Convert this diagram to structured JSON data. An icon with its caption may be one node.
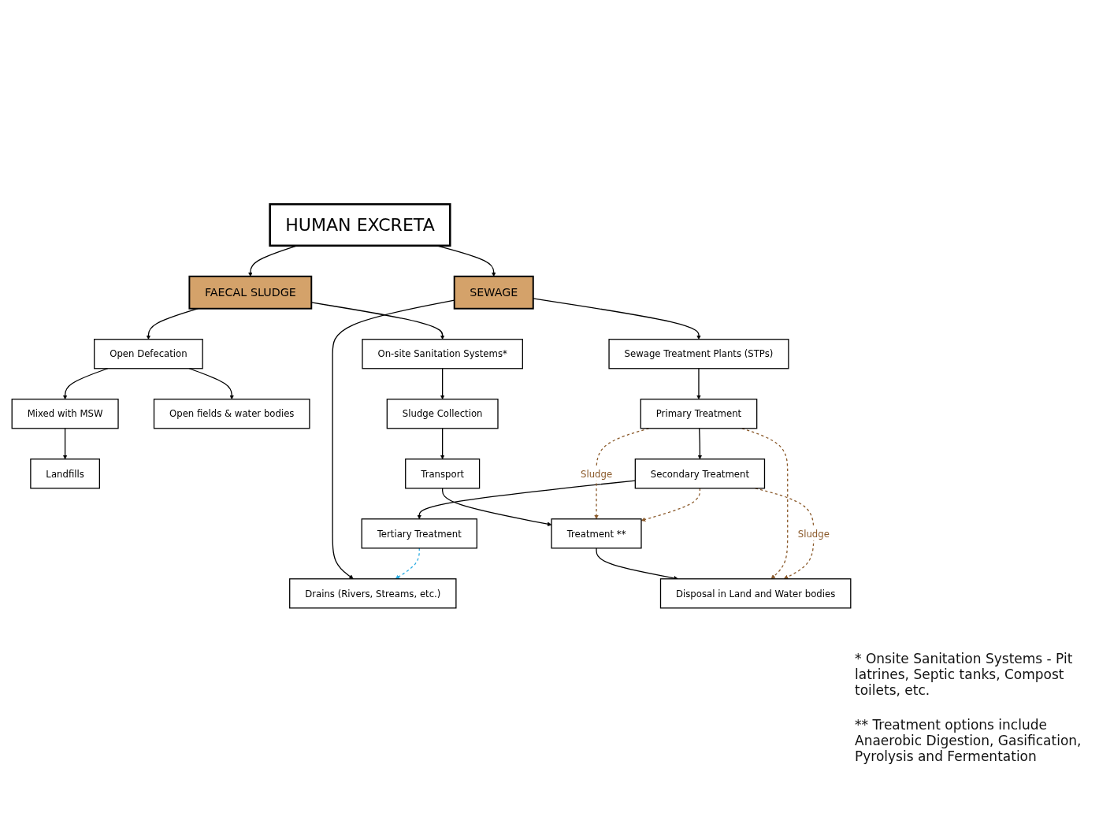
{
  "diagram": {
    "nodes": [
      {
        "text": [
          "HUMAN EXCRETA"
        ]
      },
      {
        "text": [
          "SEWAGE"
        ]
      },
      {
        "text": [
          "FAECAL SLUDGE"
        ]
      },
      {
        "text": [
          "Sewage Treatment Plants (STPs)"
        ]
      },
      {
        "text": [
          "Drains (Rivers, Streams, etc.)"
        ]
      },
      {
        "text": [
          "On-site Sanitation Systems*"
        ]
      },
      {
        "text": [
          "Open Defecation"
        ]
      },
      {
        "text": [
          "Primary Treatment"
        ]
      },
      {
        "text": [
          "Secondary Treatment"
        ]
      },
      {
        "text": [
          "Tertiary Treatment"
        ]
      },
      {
        "text": [
          "Sludge Collection"
        ]
      },
      {
        "text": [
          "Transport"
        ]
      },
      {
        "text": [
          "Treatment **"
        ]
      },
      {
        "text": [
          "Disposal in Land and Water bodies"
        ]
      },
      {
        "text": [
          "Open fields & water bodies"
        ]
      },
      {
        "text": [
          "Mixed with MSW"
        ]
      },
      {
        "text": [
          "Landfills"
        ]
      }
    ],
    "edges": [
      {
        "from": 0,
        "to": 1,
        "arrow": "to"
      },
      {
        "from": 0,
        "to": 2,
        "arrow": "to"
      },
      {
        "from": 1,
        "to": 3,
        "arrow": "to"
      },
      {
        "from": 1,
        "to": 4,
        "arrow": "to"
      },
      {
        "from": 2,
        "to": 5,
        "arrow": "to"
      },
      {
        "from": 2,
        "to": 6,
        "arrow": "to"
      },
      {
        "from": 3,
        "to": 7,
        "arrow": "to"
      },
      {
        "from": 7,
        "to": 8,
        "arrow": "to"
      },
      {
        "from": 8,
        "to": 9,
        "arrow": "to"
      },
      {
        "from": 5,
        "to": 10,
        "arrow": "to"
      },
      {
        "from": 10,
        "to": 11,
        "arrow": "to"
      },
      {
        "from": 11,
        "to": 12,
        "arrow": "to"
      },
      {
        "from": 12,
        "to": 13,
        "arrow": "to"
      },
      {
        "from": 6,
        "to": 14,
        "arrow": "to"
      },
      {
        "from": 6,
        "to": 15,
        "arrow": "to"
      },
      {
        "from": 15,
        "to": 16,
        "arrow": "to"
      },
      {
        "from": 7,
        "to": 12,
        "arrow": "to",
        "label": "Sludge",
        "style": "dashed",
        "color": "#8b5a2b"
      },
      {
        "from": 7,
        "to": 13,
        "arrow": "to",
        "style": "dashed",
        "color": "#8b5a2b"
      },
      {
        "from": 8,
        "to": 12,
        "arrow": "to",
        "style": "dashed",
        "color": "#8b5a2b"
      },
      {
        "from": 8,
        "to": 13,
        "arrow": "to",
        "label": "Sludge",
        "style": "dashed",
        "color": "#8b5a2b"
      },
      {
        "from": 9,
        "to": 4,
        "arrow": "to",
        "style": "dashed",
        "color": "#29abe2"
      }
    ],
    "labels": [
      "* Onsite Sanitation Systems - Pit latrines, Septic tanks, Compost toilets, etc.",
      "** Treatment options include Anaerobic Digestion, Gasification, Pyrolysis and Fermentation"
    ]
  }
}
